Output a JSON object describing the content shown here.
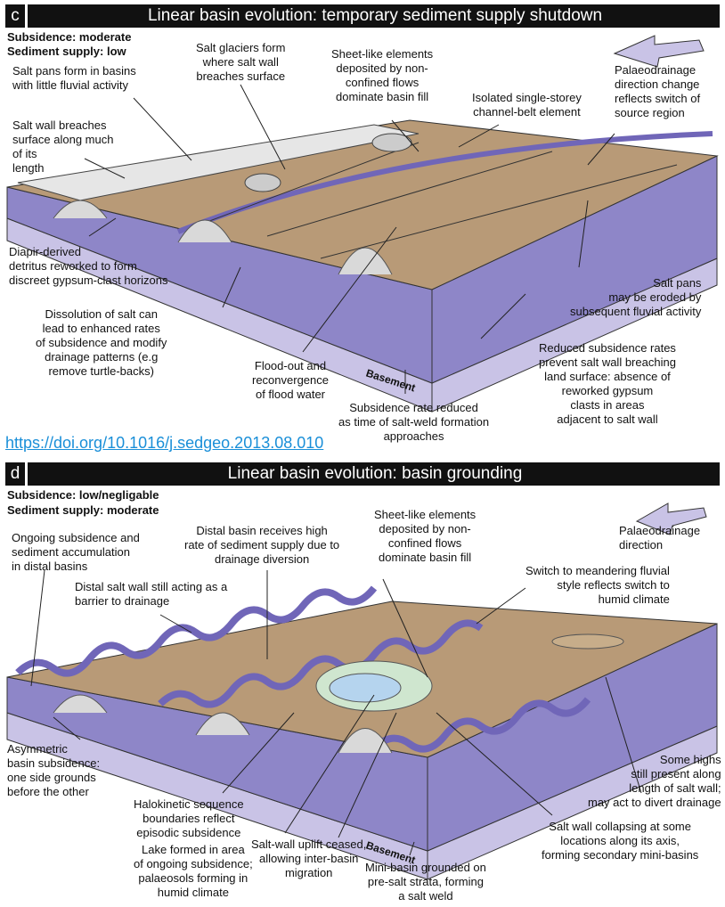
{
  "panel_c": {
    "letter": "c",
    "title": "Linear basin evolution: temporary sediment supply shutdown",
    "subsidence": "Subsidence: moderate",
    "sediment_supply": "Sediment supply: low",
    "basement": "Basement",
    "labels": [
      "Salt pans form in basins\nwith little fluvial activity",
      "Salt wall breaches\nsurface along much\nof its\nlength",
      "Salt glaciers form\nwhere salt wall\nbreaches surface",
      "Sheet-like elements\ndeposited by non-\nconfined flows\ndominate basin fill",
      "Isolated single-storey\nchannel-belt element",
      "Palaeodrainage\ndirection change\nreflects switch of\nsource region",
      "Diapir-derived\ndetritus reworked to form\ndiscreet gypsum-clast horizons",
      "Dissolution of salt can\nlead to enhanced rates\nof subsidence and modify\ndrainage patterns (e.g\nremove turtle-backs)",
      "Flood-out and\nreconvergence\nof flood water",
      "Subsidence rate reduced\nas time of salt-weld formation\napproaches",
      "Reduced subsidence rates\nprevent salt wall breaching\nland surface: absence of\nreworked gypsum\nclasts in areas\nadjacent to salt wall",
      "Salt pans\nmay be eroded by\nsubsequent fluvial activity"
    ]
  },
  "doi_link": "https://doi.org/10.1016/j.sedgeo.2013.08.010",
  "panel_d": {
    "letter": "d",
    "title": "Linear basin evolution: basin grounding",
    "subsidence": "Subsidence: low/negligable",
    "sediment_supply": "Sediment supply: moderate",
    "basement": "Basement",
    "labels": [
      "Ongoing subsidence and\nsediment accumulation\nin distal basins",
      "Distal basin receives high\nrate of sediment supply due to\ndrainage diversion",
      "Sheet-like elements\ndeposited by non-\nconfined flows\ndominate basin fill",
      "Palaeodrainage\ndirection",
      "Distal salt wall still acting as a\nbarrier to drainage",
      "Switch to meandering fluvial\nstyle reflects switch to\nhumid climate",
      "Asymmetric\nbasin subsidence:\none side grounds\nbefore the other",
      "Halokinetic sequence\nboundaries reflect\nepisodic subsidence",
      "Some highs\nstill present along\nlength of salt wall;\nmay act to divert drainage",
      "Lake formed in area\nof ongoing subsidence;\npalaeosols forming in\nhumid climate",
      "Salt-wall uplift ceased,\nallowing inter-basin\nmigration",
      "Salt wall collapsing at some\nlocations along its axis,\nforming secondary mini-basins",
      "Mini-basin grounded on\npre-salt strata, forming\na salt weld"
    ]
  },
  "colors": {
    "sand": "#b89a77",
    "salt": "#d9d9d9",
    "purple": "#8e86c8",
    "lavender": "#c9c3e6",
    "header": "#111111",
    "link": "#1a8fd8"
  }
}
